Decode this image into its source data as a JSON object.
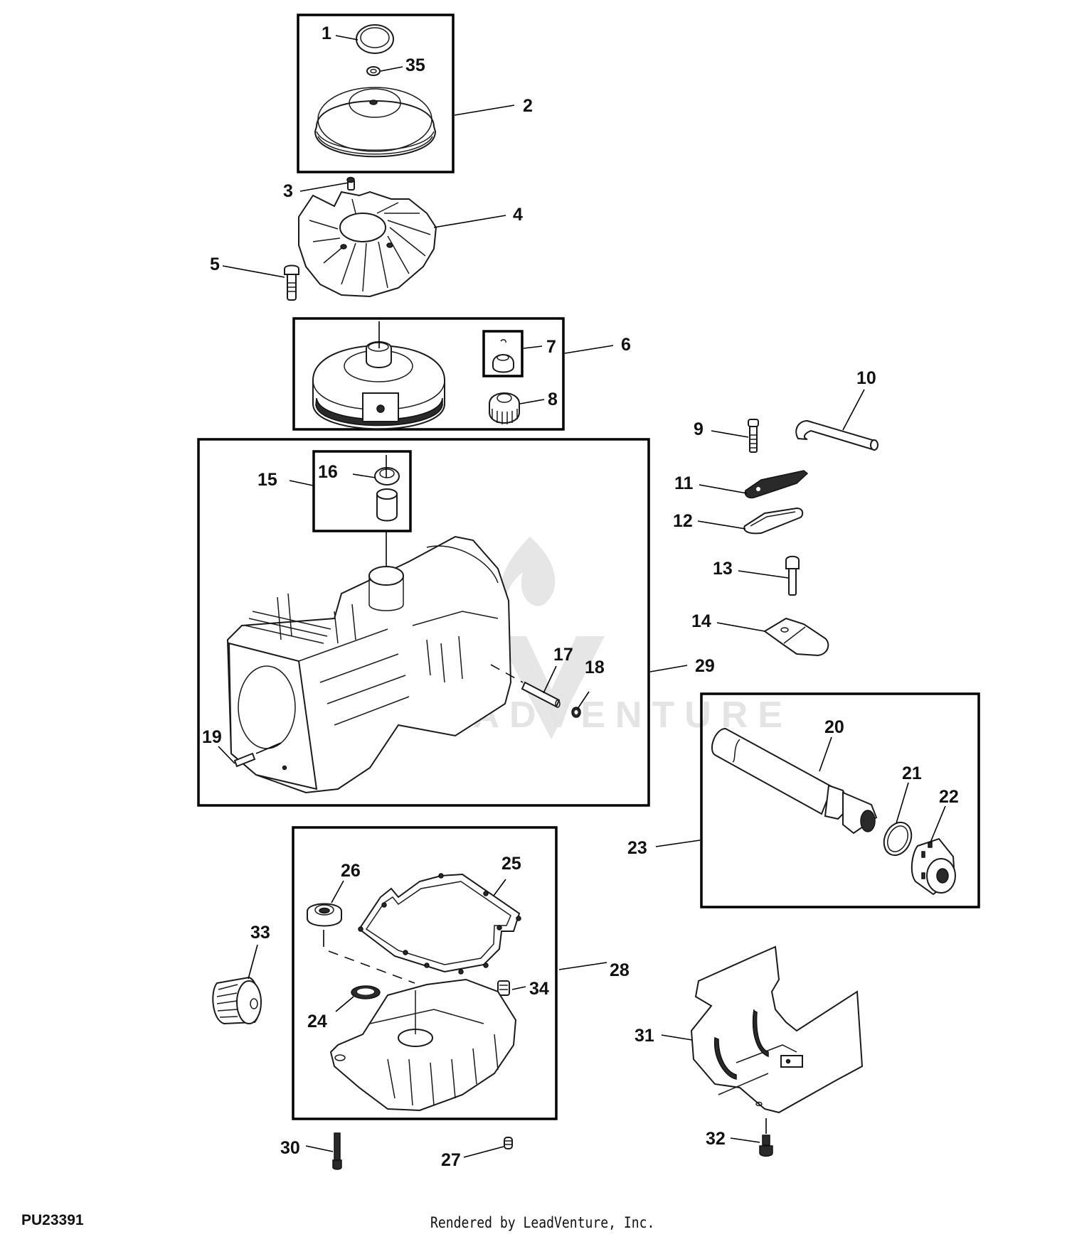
{
  "diagram": {
    "type": "exploded parts diagram",
    "watermark_text": "LEADVENTURE",
    "callouts": [
      {
        "id": "1",
        "label": "1"
      },
      {
        "id": "2",
        "label": "2"
      },
      {
        "id": "3",
        "label": "3"
      },
      {
        "id": "4",
        "label": "4"
      },
      {
        "id": "5",
        "label": "5"
      },
      {
        "id": "6",
        "label": "6"
      },
      {
        "id": "7",
        "label": "7"
      },
      {
        "id": "8",
        "label": "8"
      },
      {
        "id": "9",
        "label": "9"
      },
      {
        "id": "10",
        "label": "10"
      },
      {
        "id": "11",
        "label": "11"
      },
      {
        "id": "12",
        "label": "12"
      },
      {
        "id": "13",
        "label": "13"
      },
      {
        "id": "14",
        "label": "14"
      },
      {
        "id": "15",
        "label": "15"
      },
      {
        "id": "16",
        "label": "16"
      },
      {
        "id": "17",
        "label": "17"
      },
      {
        "id": "18",
        "label": "18"
      },
      {
        "id": "19",
        "label": "19"
      },
      {
        "id": "20",
        "label": "20"
      },
      {
        "id": "21",
        "label": "21"
      },
      {
        "id": "22",
        "label": "22"
      },
      {
        "id": "23",
        "label": "23"
      },
      {
        "id": "24",
        "label": "24"
      },
      {
        "id": "25",
        "label": "25"
      },
      {
        "id": "26",
        "label": "26"
      },
      {
        "id": "27",
        "label": "27"
      },
      {
        "id": "28",
        "label": "28"
      },
      {
        "id": "29",
        "label": "29"
      },
      {
        "id": "30",
        "label": "30"
      },
      {
        "id": "31",
        "label": "31"
      },
      {
        "id": "32",
        "label": "32"
      },
      {
        "id": "33",
        "label": "33"
      },
      {
        "id": "34",
        "label": "34"
      },
      {
        "id": "35",
        "label": "35"
      }
    ]
  },
  "footer": {
    "diagram_id": "PU23391",
    "credit": "Rendered by LeadVenture, Inc."
  }
}
